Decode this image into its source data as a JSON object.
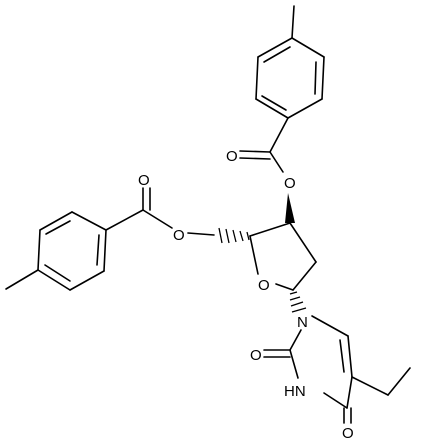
{
  "labels": {
    "o_ester_carbonyl_top": "O",
    "o_ester_link_top": "O",
    "o_ester_carbonyl_left": "O",
    "o_ester_link_left": "O",
    "o_ring": "O",
    "n1": "N",
    "o_c2": "O",
    "n3h": "HN",
    "o_c4": "O"
  }
}
